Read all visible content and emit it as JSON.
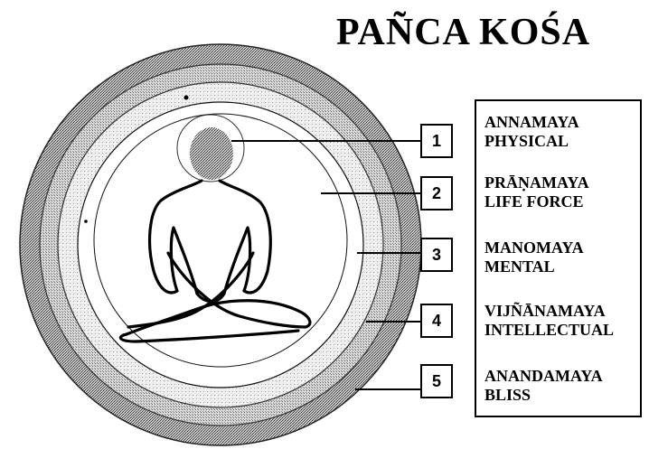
{
  "title": "PAÑCA KOŚA",
  "layers": [
    {
      "number": "1",
      "name": "ANNAMAYA",
      "meaning": "PHYSICAL"
    },
    {
      "number": "2",
      "name": "PRĀṆAMAYA",
      "meaning": "LIFE FORCE"
    },
    {
      "number": "3",
      "name": "MANOMAYA",
      "meaning": "MENTAL"
    },
    {
      "number": "4",
      "name": "VIJÑĀNAMAYA",
      "meaning": "INTELLECTUAL"
    },
    {
      "number": "5",
      "name": "ANANDAMAYA",
      "meaning": "BLISS"
    }
  ],
  "colors": {
    "ink": "#000000",
    "shell_outer": "#9a9a9a",
    "shell_mid": "#c2c2c2",
    "shell_inner": "#e0e0e0"
  },
  "figure_icon": "meditating-figure-icon"
}
